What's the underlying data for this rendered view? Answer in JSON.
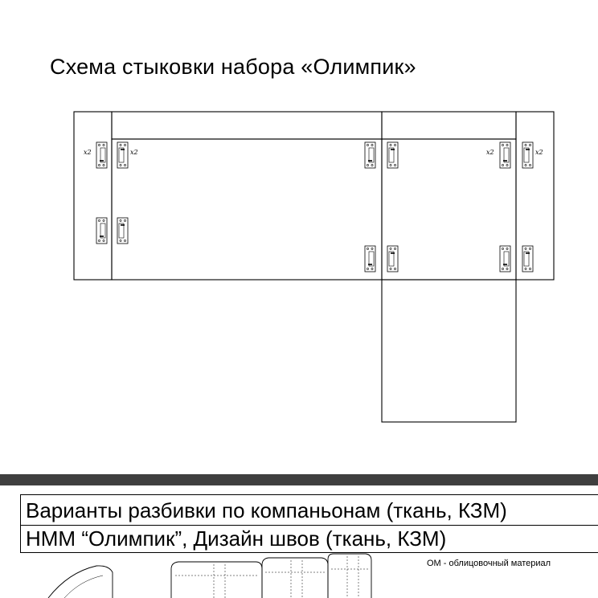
{
  "scheme": {
    "title": "Схема стыковки набора «Олимпик»",
    "bracket_multiplier": "x2"
  },
  "sheet": {
    "row1": "Варианты разбивки по компаньонам (ткань, КЗМ)",
    "row2": "НММ “Олимпик”, Дизайн швов (ткань, КЗМ)",
    "note": "ОМ - облицовочный материал"
  }
}
